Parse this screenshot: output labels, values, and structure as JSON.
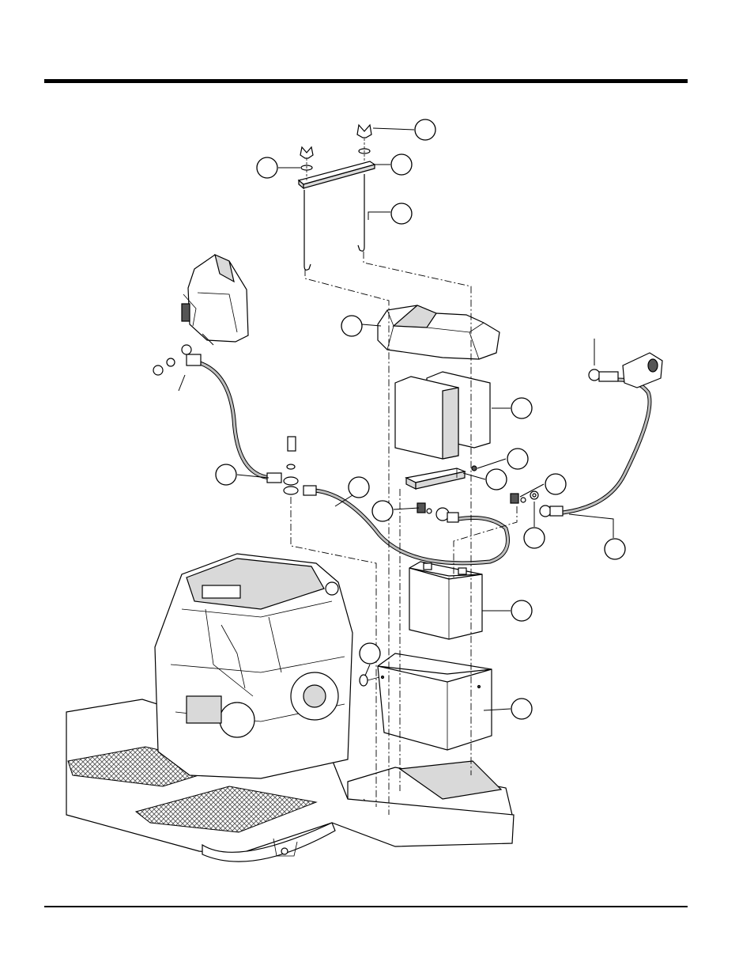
{
  "figure": {
    "callouts": [
      {
        "id": "c1"
      },
      {
        "id": "c2"
      },
      {
        "id": "c3"
      },
      {
        "id": "c4"
      },
      {
        "id": "c5"
      },
      {
        "id": "c6"
      },
      {
        "id": "c7"
      },
      {
        "id": "c8"
      },
      {
        "id": "c9"
      },
      {
        "id": "c10"
      },
      {
        "id": "c11"
      },
      {
        "id": "c12"
      },
      {
        "id": "c13"
      },
      {
        "id": "c14"
      },
      {
        "id": "c15"
      },
      {
        "id": "c16"
      },
      {
        "id": "c17"
      },
      {
        "id": "c18"
      }
    ],
    "colors": {
      "line": "#000000",
      "cable": "#bdbdbd",
      "shade": "#d9d9d9"
    }
  }
}
